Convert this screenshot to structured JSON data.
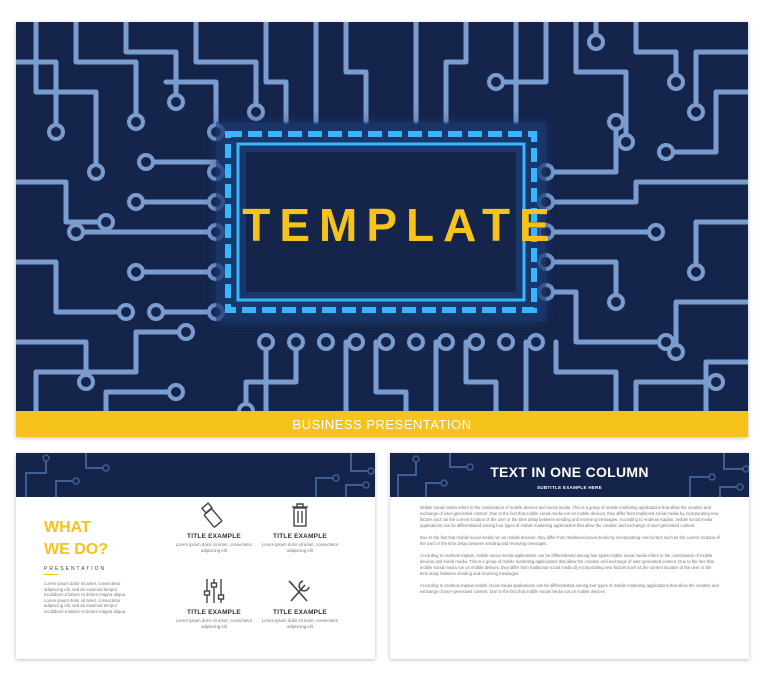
{
  "main_slide": {
    "title": "TEMPLATE",
    "band_text": "BUSINESS PRESENTATION"
  },
  "left_slide": {
    "heading_line1": "WHAT",
    "heading_line2": "WE DO?",
    "subheading": "PRESENTATION",
    "body": "Lorem ipsum dolor sit amet, consectetur adipiscing elit, sed do eiusmod tempor incididunt ut labore et dolore magna aliqua. Lorem ipsum dolor sit amet, consectetur adipiscing elit, sed do eiusmod tempor incididunt ut labore et dolore magna aliqua.",
    "features": [
      {
        "icon": "usb-drive-icon",
        "title": "TITLE EXAMPLE",
        "body": "Lorem ipsum dolor sit amet, consectetur adipiscing elit"
      },
      {
        "icon": "trash-icon",
        "title": "TITLE EXAMPLE",
        "body": "Lorem ipsum dolor sit amet, consectetur adipiscing elit"
      },
      {
        "icon": "sliders-icon",
        "title": "TITLE EXAMPLE",
        "body": "Lorem ipsum dolor sit amet, consectetur adipiscing elit"
      },
      {
        "icon": "tools-icon",
        "title": "TITLE EXAMPLE",
        "body": "Lorem ipsum dolor sit amet, consectetur adipiscing elit"
      }
    ]
  },
  "right_slide": {
    "title": "TEXT IN ONE COLUMN",
    "subtitle": "SUBTITLE EXAMPLE HERE",
    "paragraphs": [
      "Mobile social media refers to the combination of mobile devices and social media. This is a group of mobile marketing applications that allow the creation and exchange of user-generated content. Due to the fact that mobile social media run on mobile devices, they differ from traditional social media by incorporating new factors such as the current location of the user or the time delay between sending and receiving messages. According to Andreas Kaplan, mobile social media applications can be differentiated among four types of mobile marketing applications that allow the creation and exchange of user-generated content.",
      "Due to the fact that mobile social media run on mobile devices, they differ from traditional social media by incorporating new factors such as the current location of the user or the time delay between sending and receiving messages.",
      "According to Andreas Kaplan, mobile social media applications can be differentiated among four types mobile social media refers to the combination of mobile devices and social media. This is a group of mobile marketing applications that allow the creation and exchange of user-generated content. Due to the fact that mobile social media run on mobile devices, they differ from traditional social media by incorporating new factors such as the current location of the user or the time delay between sending and receiving messages.",
      "According to Andreas Kaplan mobile social media applications can be differentiated among four types of mobile marketing applications that allow the creation and exchange of user-generated content. Due to the fact that mobile social media run on mobile devices."
    ]
  },
  "colors": {
    "board_background": "#14244a",
    "trace": "#7a9ccf",
    "accent_yellow": "#f6c21c",
    "chip_glow": "#38b6ff"
  }
}
